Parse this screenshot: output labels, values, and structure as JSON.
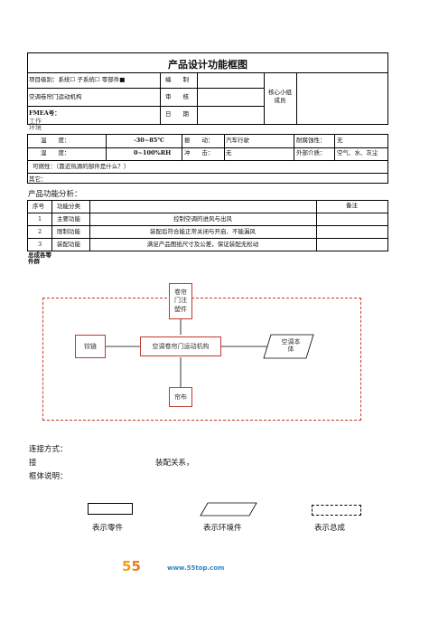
{
  "title": "产品设计功能框图",
  "header": {
    "level_label": "项目级别：系统☐ 子系统☐ 零部件■",
    "product_name": "空调卷帘门运动机构",
    "fmea_no": "FMEA号：",
    "compile_label": "编　　制",
    "review_label": "审　　核",
    "date_label": "日　　期",
    "core_team": "核心小组成员"
  },
  "env_heading": "工作环境",
  "env": {
    "temp_label": "温　　度：",
    "temp_value": "-30~85℃",
    "vibration_label": "振　　动：",
    "vibration_value": "汽车行驶",
    "corrosion_label": "耐腐蚀性：",
    "corrosion_value": "无",
    "humidity_label": "湿　　度：",
    "humidity_value": "0~100%RH",
    "impact_label": "冲　　击：",
    "impact_value": "无",
    "medium_label": "外部介质：",
    "medium_value": "空气、水、灰尘",
    "flammability": "可燃性：（靠近热源的部件是什么？）",
    "other": "其它："
  },
  "func_heading": "产品功能分析：",
  "func_table": {
    "headers": [
      "序号",
      "功能分类",
      "",
      "备注"
    ],
    "rows": [
      {
        "no": "1",
        "type": "主要功能",
        "desc": "控制空调的进风与出风"
      },
      {
        "no": "2",
        "type": "限制功能",
        "desc": "装配后符合能正常关闭与开启、不能漏风"
      },
      {
        "no": "3",
        "type": "装配功能",
        "desc": "满足产品图纸尺寸及公差，保证装配无松动"
      }
    ]
  },
  "assembly_label": "总成各零件群",
  "diagram": {
    "top": "卷帘门注塑件",
    "left": "铰链",
    "center": "空调卷帘门运动机构",
    "right": "空调本体",
    "bottom": "帘布"
  },
  "connection_label": "连接方式：",
  "connect_word": "接",
  "assembly_relation": "装配关系，",
  "frame_desc": "框体说明：",
  "legend": {
    "part": "表示零件",
    "env": "表示环境件",
    "assembly": "表示总成"
  },
  "watermark": "www.55top.com"
}
